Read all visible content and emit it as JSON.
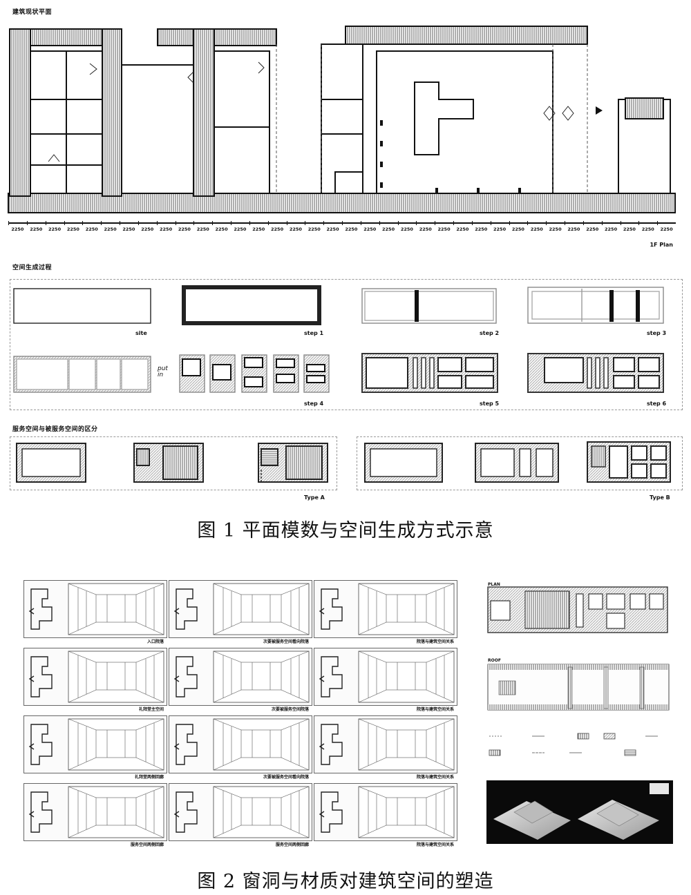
{
  "fig1": {
    "section_plan_title": "建筑现状平面",
    "dimension_value": "2250",
    "dimension_count": 36,
    "plan_label": "1F Plan",
    "section_process_title": "空间生成过程",
    "steps": [
      "site",
      "step 1",
      "step 2",
      "step 3",
      "step 4",
      "step 5",
      "step 6"
    ],
    "put_in_note": "put in",
    "section_service_title": "服务空间与被服务空间的区分",
    "type_a": "Type A",
    "type_b": "Type B",
    "caption": "图 1  平面模数与空间生成方式示意"
  },
  "fig2": {
    "col1": [
      "入口院落",
      "礼拜堂主空间",
      "礼拜堂两侧回廊",
      "服务空间两侧回廊"
    ],
    "col2": [
      "次要被服务空间看向院落",
      "次要被服务空间院落",
      "次要被服务空间看向院落",
      "服务空间两侧回廊"
    ],
    "col3": [
      "院落与建筑空间关系",
      "院落与建筑空间关系",
      "院落与建筑空间关系",
      "院落与建筑空间关系"
    ],
    "plan_tag": "PLAN",
    "roof_tag": "ROOF",
    "caption": "图 2  窗洞与材质对建筑空间的塑造"
  }
}
